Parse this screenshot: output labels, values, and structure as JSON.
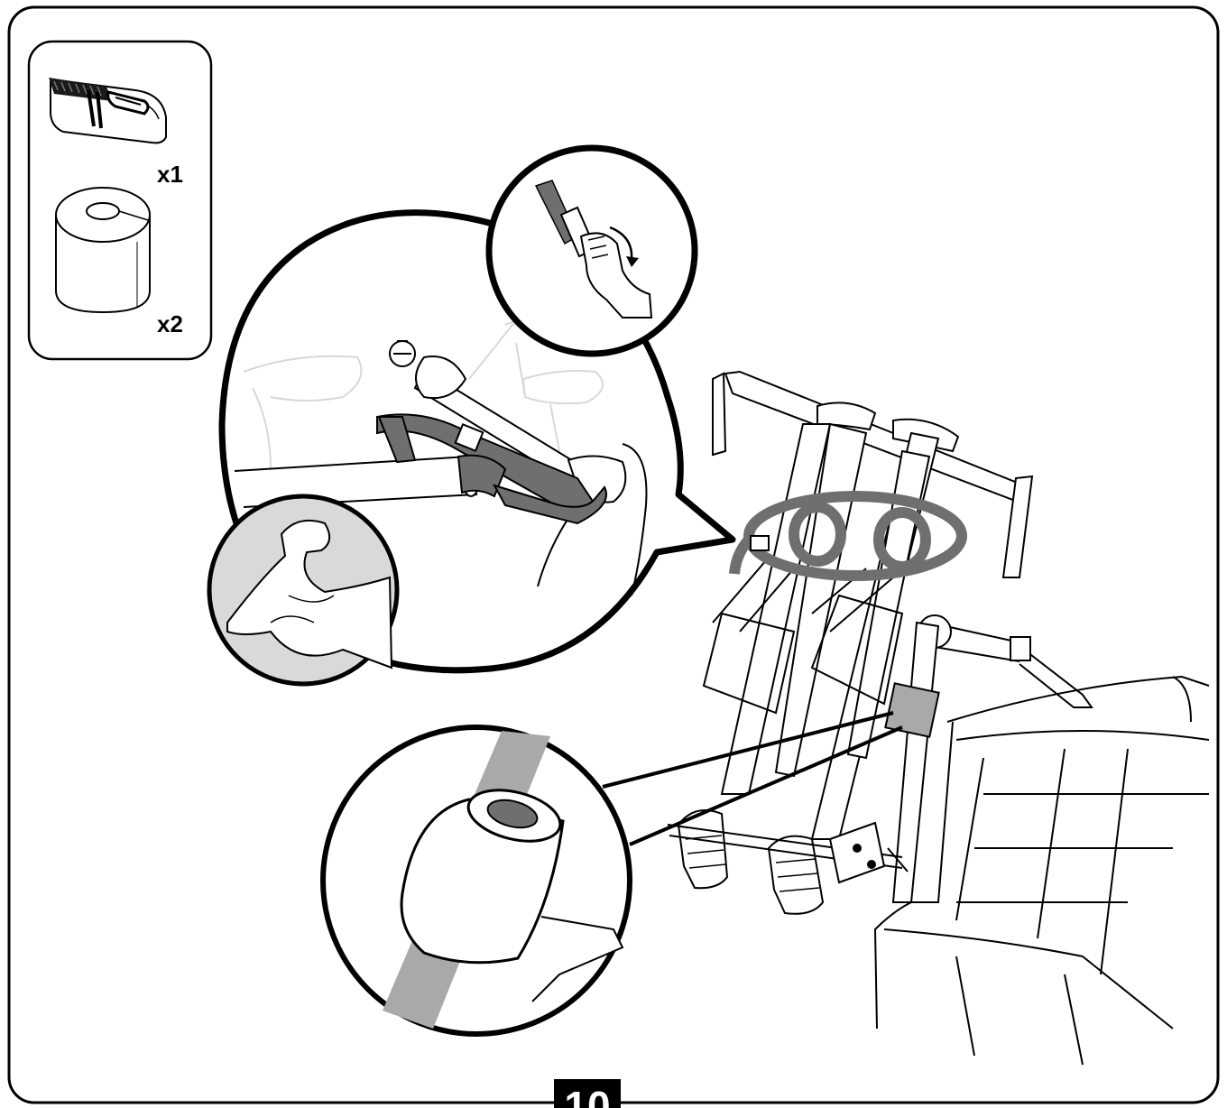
{
  "parts": [
    {
      "icon": "strap-icon",
      "qty": "x1"
    },
    {
      "icon": "tape-roll-icon",
      "qty": "x2"
    }
  ],
  "step": {
    "number": "10"
  },
  "colors": {
    "line": "#000000",
    "strap": "#6f6f6f",
    "pad": "#a9a9a9",
    "skin": "#cfcfcf"
  }
}
